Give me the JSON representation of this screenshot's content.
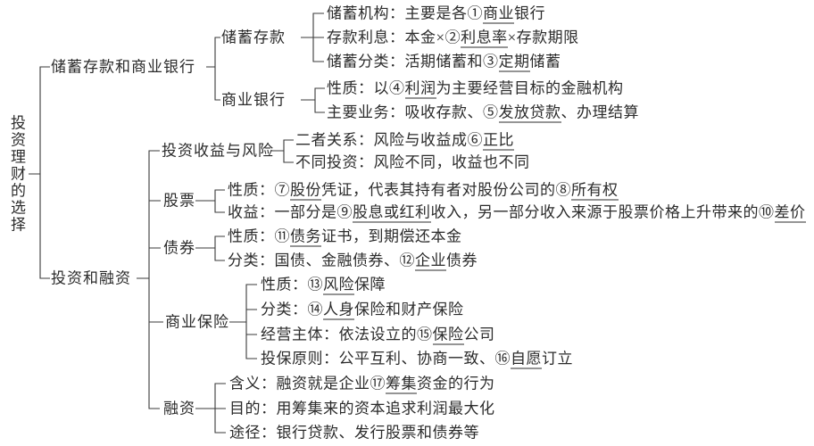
{
  "diagram_title": "投资理财的选择",
  "colors": {
    "background": "#ffffff",
    "text": "#2b2b2b",
    "line": "#3a3a3a"
  },
  "tree": {
    "root": "投资理财的选择",
    "branches": [
      {
        "label": "储蓄存款和商业银行",
        "children": [
          {
            "label": "储蓄存款",
            "items": [
              {
                "s": [
                  {
                    "t": "储蓄机构：主要是各①",
                    "u": false
                  },
                  {
                    "t": "商业",
                    "u": true
                  },
                  {
                    "t": "银行",
                    "u": false
                  }
                ]
              },
              {
                "s": [
                  {
                    "t": "存款利息：本金×②",
                    "u": false
                  },
                  {
                    "t": "利息率",
                    "u": true
                  },
                  {
                    "t": "×存款期限",
                    "u": false
                  }
                ]
              },
              {
                "s": [
                  {
                    "t": "储蓄分类：活期储蓄和③",
                    "u": false
                  },
                  {
                    "t": "定期",
                    "u": true
                  },
                  {
                    "t": "储蓄",
                    "u": false
                  }
                ]
              }
            ]
          },
          {
            "label": "商业银行",
            "items": [
              {
                "s": [
                  {
                    "t": "性质：以④",
                    "u": false
                  },
                  {
                    "t": "利润",
                    "u": true
                  },
                  {
                    "t": "为主要经营目标的金融机构",
                    "u": false
                  }
                ]
              },
              {
                "s": [
                  {
                    "t": "主要业务：吸收存款、⑤",
                    "u": false
                  },
                  {
                    "t": "发放贷款",
                    "u": true
                  },
                  {
                    "t": "、办理结算",
                    "u": false
                  }
                ]
              }
            ]
          }
        ]
      },
      {
        "label": "投资和融资",
        "children": [
          {
            "label": "投资收益与风险",
            "items": [
              {
                "s": [
                  {
                    "t": "二者关系：风险与收益成⑥",
                    "u": false
                  },
                  {
                    "t": "正比",
                    "u": true
                  }
                ]
              },
              {
                "s": [
                  {
                    "t": "不同投资：风险不同，收益也不同",
                    "u": false
                  }
                ]
              }
            ]
          },
          {
            "label": "股票",
            "items": [
              {
                "s": [
                  {
                    "t": "性质：⑦",
                    "u": false
                  },
                  {
                    "t": "股份",
                    "u": true
                  },
                  {
                    "t": "凭证，代表其持有者对股份公司的⑧",
                    "u": false
                  },
                  {
                    "t": "所有权",
                    "u": true
                  }
                ]
              },
              {
                "s": [
                  {
                    "t": "收益：一部分是⑨",
                    "u": false
                  },
                  {
                    "t": "股息或红利",
                    "u": true
                  },
                  {
                    "t": "收入，另一部分收入来源于股票价格上升带来的⑩",
                    "u": false
                  },
                  {
                    "t": "差价",
                    "u": true
                  }
                ]
              }
            ]
          },
          {
            "label": "债券",
            "items": [
              {
                "s": [
                  {
                    "t": "性质：⑪",
                    "u": false
                  },
                  {
                    "t": "债务",
                    "u": true
                  },
                  {
                    "t": "证书，到期偿还本金",
                    "u": false
                  }
                ]
              },
              {
                "s": [
                  {
                    "t": "分类：国债、金融债券、⑫",
                    "u": false
                  },
                  {
                    "t": "企业",
                    "u": true
                  },
                  {
                    "t": "债券",
                    "u": false
                  }
                ]
              }
            ]
          },
          {
            "label": "商业保险",
            "items": [
              {
                "s": [
                  {
                    "t": "性质：⑬",
                    "u": false
                  },
                  {
                    "t": "风险",
                    "u": true
                  },
                  {
                    "t": "保障",
                    "u": false
                  }
                ]
              },
              {
                "s": [
                  {
                    "t": "分类：⑭",
                    "u": false
                  },
                  {
                    "t": "人身",
                    "u": true
                  },
                  {
                    "t": "保险和财产保险",
                    "u": false
                  }
                ]
              },
              {
                "s": [
                  {
                    "t": "经营主体：依法设立的⑮",
                    "u": false
                  },
                  {
                    "t": "保险",
                    "u": true
                  },
                  {
                    "t": "公司",
                    "u": false
                  }
                ]
              },
              {
                "s": [
                  {
                    "t": "投保原则：公平互利、协商一致、⑯",
                    "u": false
                  },
                  {
                    "t": "自愿",
                    "u": true
                  },
                  {
                    "t": "订立",
                    "u": false
                  }
                ]
              }
            ]
          },
          {
            "label": "融资",
            "items": [
              {
                "s": [
                  {
                    "t": "含义：融资就是企业⑰",
                    "u": false
                  },
                  {
                    "t": "筹集",
                    "u": true
                  },
                  {
                    "t": "资金的行为",
                    "u": false
                  }
                ]
              },
              {
                "s": [
                  {
                    "t": "目的：用筹集来的资本追求利润最大化",
                    "u": false
                  }
                ]
              },
              {
                "s": [
                  {
                    "t": "途径：银行贷款、发行股票和债券等",
                    "u": false
                  }
                ]
              }
            ]
          }
        ]
      }
    ]
  }
}
